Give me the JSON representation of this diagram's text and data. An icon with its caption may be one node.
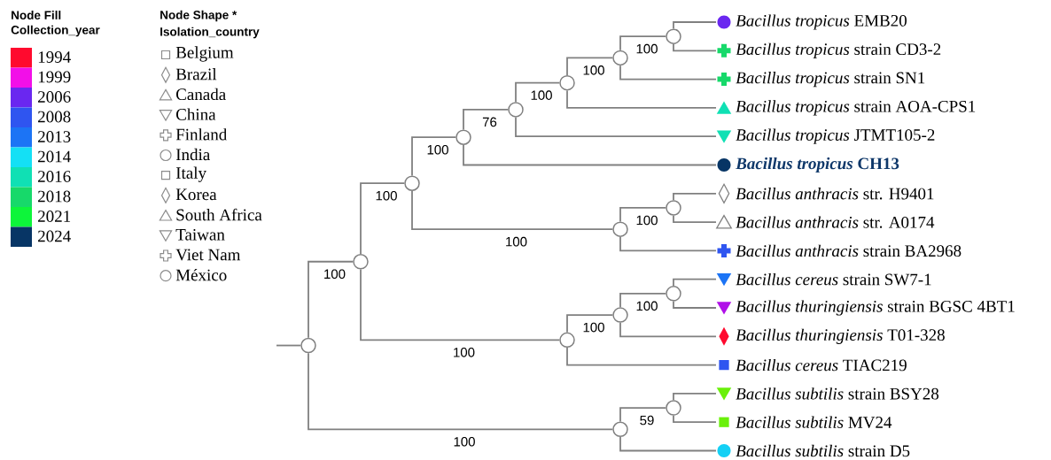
{
  "diagram": {
    "nodes": [
      {
        "text": [],
        "shape": "circle"
      },
      {
        "text": [],
        "shape": "circle"
      },
      {
        "text": [],
        "shape": "circle"
      },
      {
        "text": [],
        "shape": "circle"
      },
      {
        "text": [],
        "shape": "circle"
      },
      {
        "text": [],
        "shape": "circle"
      },
      {
        "text": [],
        "shape": "circle"
      },
      {
        "text": [],
        "shape": "circle"
      },
      {
        "text": [],
        "shape": "circle"
      },
      {
        "text": [],
        "shape": "circle"
      },
      {
        "text": [],
        "shape": "circle"
      },
      {
        "text": [],
        "shape": "circle"
      },
      {
        "text": [],
        "shape": "circle"
      },
      {
        "text": [],
        "shape": "circle"
      },
      {
        "text": [],
        "shape": "circle"
      },
      {
        "text": [
          "*Bacillus tropicus* EMB20"
        ]
      },
      {
        "text": [
          "*Bacillus tropicus* strain CD3-2"
        ]
      },
      {
        "text": [
          "*Bacillus tropicus* strain SN1"
        ]
      },
      {
        "text": [
          "*Bacillus tropicus* strain AOA-CPS1"
        ]
      },
      {
        "text": [
          "*Bacillus tropicus* JTMT105-2"
        ]
      },
      {
        "text": [
          "*Bacillus tropicus* CH13"
        ]
      },
      {
        "text": [
          "*Bacillus anthracis* str. H9401"
        ]
      },
      {
        "text": [
          "*Bacillus anthracis* str. A0174"
        ]
      },
      {
        "text": [
          "*Bacillus anthracis* strain BA2968"
        ]
      },
      {
        "text": [
          "*Bacillus cereus* strain SW7-1"
        ]
      },
      {
        "text": [
          "*Bacillus thuringiensis* strain BGSC 4BT1"
        ]
      },
      {
        "text": [
          "*Bacillus thuringiensis* T01-328"
        ]
      },
      {
        "text": [
          "*Bacillus cereus* TIAC219"
        ]
      },
      {
        "text": [
          "*Bacillus subtilis* strain BSY28"
        ]
      },
      {
        "text": [
          "*Bacillus subtilis* MV24"
        ]
      },
      {
        "text": [
          "*Bacillus subtilis* strain D5"
        ]
      }
    ],
    "edges": [
      {
        "from": null,
        "to": 0,
        "arrow": "none"
      },
      {
        "from": 0,
        "to": 1,
        "arrow": "none",
        "label": "100"
      },
      {
        "from": 0,
        "to": 13,
        "arrow": "none",
        "label": "100"
      },
      {
        "from": 1,
        "to": 2,
        "arrow": "none",
        "label": "100"
      },
      {
        "from": 1,
        "to": 10,
        "arrow": "none",
        "label": "100"
      },
      {
        "from": 2,
        "to": 3,
        "arrow": "none",
        "label": "100"
      },
      {
        "from": 2,
        "to": 8,
        "arrow": "none",
        "label": "100"
      },
      {
        "from": 3,
        "to": 4,
        "arrow": "none",
        "label": "76"
      },
      {
        "from": 3,
        "to": 20,
        "arrow": "none"
      },
      {
        "from": 4,
        "to": 5,
        "arrow": "none",
        "label": "100"
      },
      {
        "from": 4,
        "to": 19,
        "arrow": "none"
      },
      {
        "from": 5,
        "to": 6,
        "arrow": "none",
        "label": "100"
      },
      {
        "from": 5,
        "to": 18,
        "arrow": "none"
      },
      {
        "from": 6,
        "to": 7,
        "arrow": "none",
        "label": "100"
      },
      {
        "from": 6,
        "to": 17,
        "arrow": "none"
      },
      {
        "from": 7,
        "to": 15,
        "arrow": "none"
      },
      {
        "from": 7,
        "to": 16,
        "arrow": "none"
      },
      {
        "from": 8,
        "to": 9,
        "arrow": "none",
        "label": "100"
      },
      {
        "from": 8,
        "to": 23,
        "arrow": "none"
      },
      {
        "from": 9,
        "to": 21,
        "arrow": "none"
      },
      {
        "from": 9,
        "to": 22,
        "arrow": "none"
      },
      {
        "from": 10,
        "to": 11,
        "arrow": "none",
        "label": "100"
      },
      {
        "from": 10,
        "to": 27,
        "arrow": "none"
      },
      {
        "from": 11,
        "to": 12,
        "arrow": "none",
        "label": "100"
      },
      {
        "from": 11,
        "to": 26,
        "arrow": "none"
      },
      {
        "from": 12,
        "to": 24,
        "arrow": "none"
      },
      {
        "from": 12,
        "to": 25,
        "arrow": "none"
      },
      {
        "from": 13,
        "to": 14,
        "arrow": "none",
        "label": "59"
      },
      {
        "from": 13,
        "to": 30,
        "arrow": "none"
      },
      {
        "from": 14,
        "to": 28,
        "arrow": "none"
      },
      {
        "from": 14,
        "to": 29,
        "arrow": "none"
      }
    ],
    "labels": [
      "Node Fill",
      "Collection_year",
      "Node Shape *",
      "Isolation_country"
    ],
    "legend": [
      {
        "text": "1994",
        "color": "#ff0a2e"
      },
      {
        "text": "1999",
        "color": "#f20fe8"
      },
      {
        "text": "2006",
        "color": "#6a27f0"
      },
      {
        "text": "2008",
        "color": "#2f55f0"
      },
      {
        "text": "2013",
        "color": "#1c74f5"
      },
      {
        "text": "2014",
        "color": "#14e0f5"
      },
      {
        "text": "2016",
        "color": "#10e0b4"
      },
      {
        "text": "2018",
        "color": "#17d96a"
      },
      {
        "text": "2021",
        "color": "#0df53a"
      },
      {
        "text": "2024",
        "color": "#073565"
      },
      {
        "text": "Belgium"
      },
      {
        "text": "Brazil"
      },
      {
        "text": "Canada"
      },
      {
        "text": "China"
      },
      {
        "text": "Finland"
      },
      {
        "text": "India"
      },
      {
        "text": "Italy"
      },
      {
        "text": "Korea"
      },
      {
        "text": "South Africa"
      },
      {
        "text": "Taiwan"
      },
      {
        "text": "Viet Nam"
      },
      {
        "text": "México"
      }
    ]
  }
}
